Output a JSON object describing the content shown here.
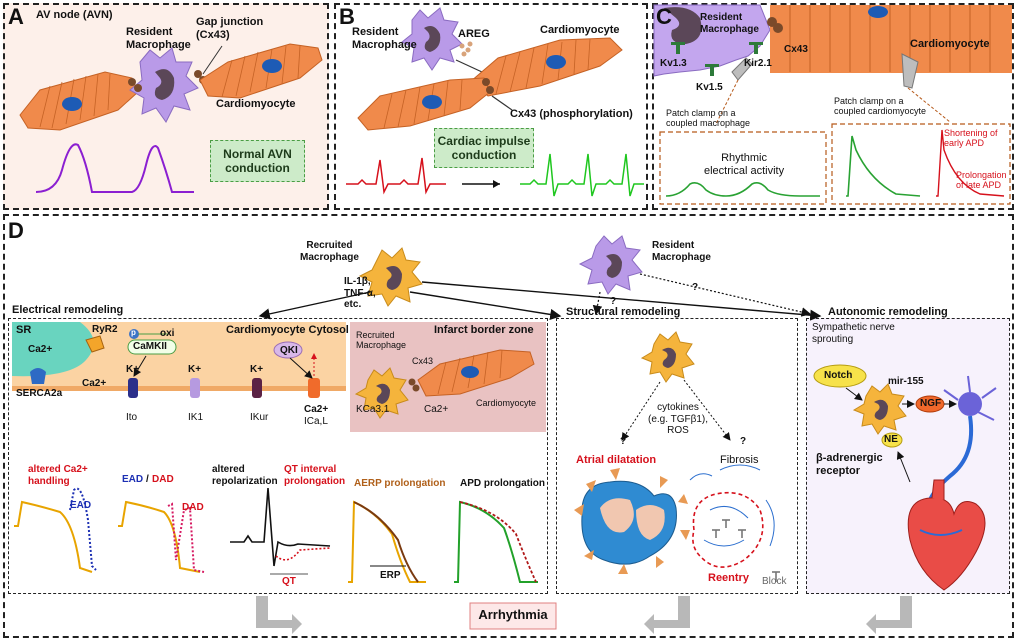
{
  "panel_a": {
    "letter": "A",
    "title": "AV node (AVN)",
    "macrophage": "Resident\nMacrophage",
    "gap_junction": "Gap junction\n(Cx43)",
    "cardiomyocyte": "Cardiomyocyte",
    "box": "Normal AVN\nconduction"
  },
  "panel_b": {
    "letter": "B",
    "macrophage": "Resident\nMacrophage",
    "areg": "AREG",
    "cardiomyocyte": "Cardiomyocyte",
    "cx43": "Cx43 (phosphorylation)",
    "box": "Cardiac impulse\nconduction"
  },
  "panel_c": {
    "letter": "C",
    "macrophage": "Resident\nMacrophage",
    "cardiomyocyte": "Cardiomyocyte",
    "kv13": "Kv1.3",
    "kv15": "Kv1.5",
    "kir21": "Kir2.1",
    "cx43": "Cx43",
    "patch_mac": "Patch clamp on a\ncoupled macrophage",
    "patch_cm": "Patch clamp on a\ncoupled cardiomyocyte",
    "rhythmic": "Rhythmic\nelectrical activity",
    "shortening": "Shortening of\nearly APD",
    "prolongation": "Prolongation\nof late APD"
  },
  "panel_d": {
    "letter": "D",
    "recruited": "Recruited\nMacrophage",
    "resident": "Resident\nMacrophage",
    "cytokines_top": "IL-1β,\nTNF-α,\netc.",
    "q1": "?",
    "q2": "?",
    "electrical": "Electrical remodeling",
    "structural": "Structural remodeling",
    "autonomic": "Autonomic remodeling",
    "cytosol": "Cardiomyocyte Cytosol",
    "sr": "SR",
    "ca_sr": "Ca2+",
    "ryr2": "RyR2",
    "p": "p",
    "oxi": "oxi",
    "camkii": "CaMKII",
    "serca": "SERCA2a",
    "ca_up": "Ca2+",
    "k1": "K+",
    "k2": "K+",
    "k3": "K+",
    "qki": "QKI",
    "ito": "Ito",
    "ik1": "IK1",
    "ikur": "IKur",
    "ical_a": "Ca2+",
    "ical_b": "ICa,L",
    "infarct": "Infarct border zone",
    "recruited_small": "Recruited\nMacrophage",
    "cx43": "Cx43",
    "kca": "KCa3.1",
    "ca_ibz": "Ca2+",
    "cm_ibz": "Cardiomyocyte",
    "altered_ca": "altered Ca2+\nhandling",
    "ead_dad_a": "EAD",
    "ead_dad_slash": "/",
    "ead_dad_b": "DAD",
    "altered_repol": "altered\nrepolarization",
    "qt_prol": "QT interval\nprolongation",
    "aerp": "AERP prolongation",
    "apd": "APD prolongation",
    "ead": "EAD",
    "dad": "DAD",
    "qt": "QT",
    "erp": "ERP",
    "struct_cyto": "cytokines\n(e.g. TGFβ1),\nROS",
    "q3": "?",
    "q4": "?",
    "atrial": "Atrial dilatation",
    "fibrosis": "Fibrosis",
    "reentry": "Reentry",
    "block": "Block",
    "sympathetic": "Sympathetic nerve\nsprouting",
    "notch": "Notch",
    "mir155": "mir-155",
    "ngf": "NGF",
    "ne": "NE",
    "beta": "β-adrenergic\nreceptor",
    "arrhythmia": "Arrhythmia"
  },
  "colors": {
    "cardiomyocyte": "#f08a4b",
    "resident_macrophage": "#b99ae8",
    "recruited_macrophage": "#f5b43c",
    "accent_red": "#d6111c",
    "box_green": "#cdebc9"
  }
}
